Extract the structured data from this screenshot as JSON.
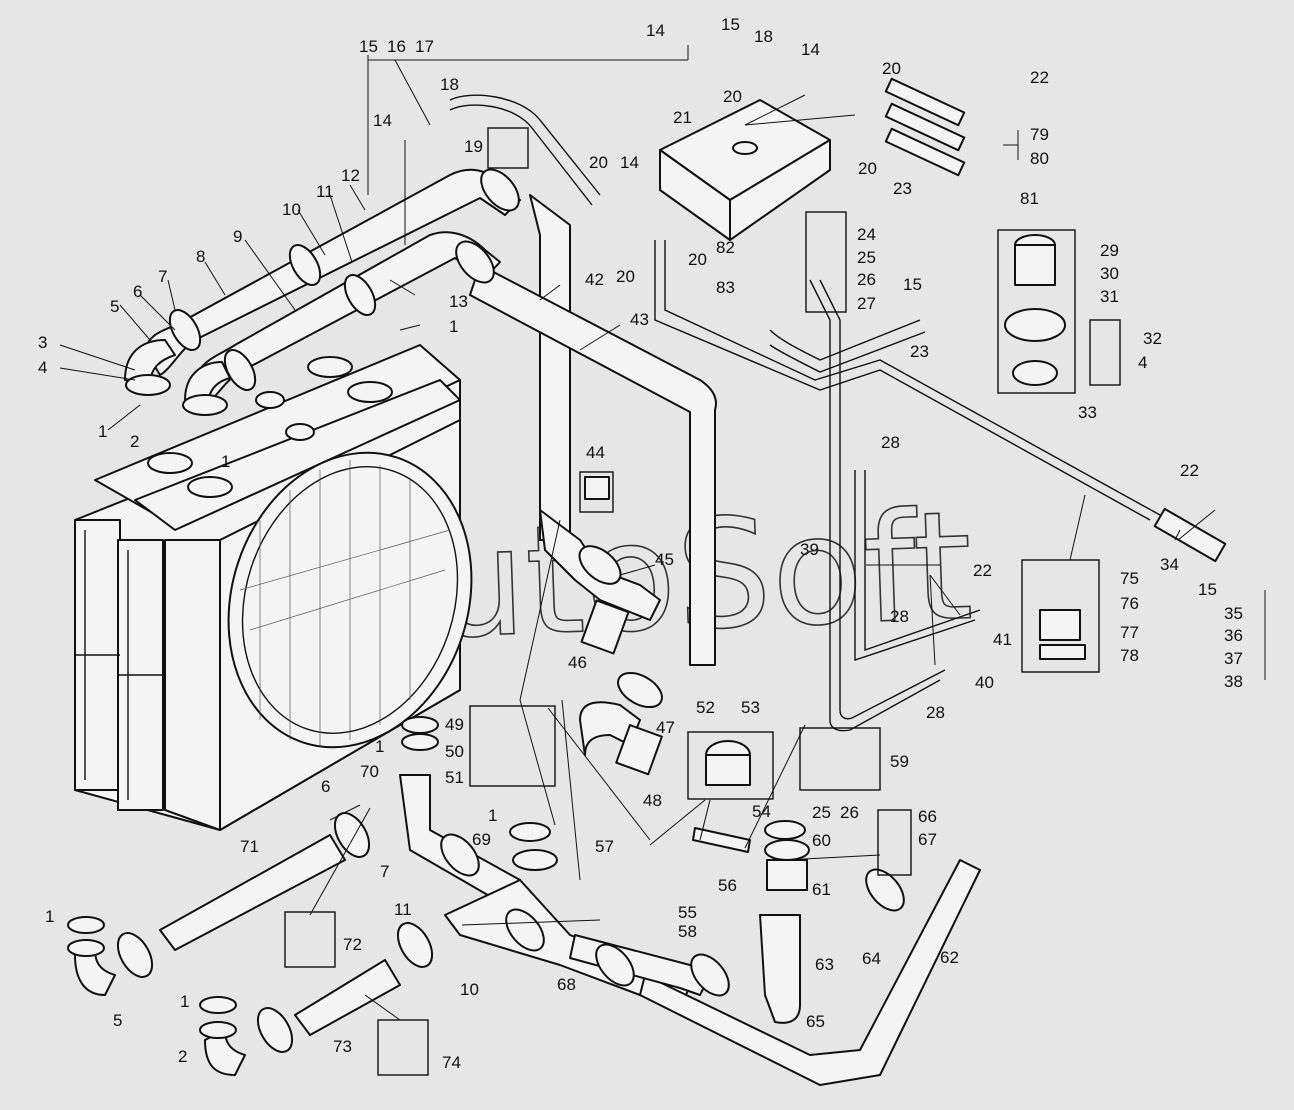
{
  "watermark": "AutoSoft",
  "colors": {
    "background": "#e6e6e6",
    "line": "#111111",
    "fill": "#f4f4f4"
  },
  "callouts": {
    "c1": "1",
    "c2": "2",
    "c3": "3",
    "c4": "4",
    "c5": "5",
    "c6": "6",
    "c7": "7",
    "c8": "8",
    "c9": "9",
    "c10": "10",
    "c11": "11",
    "c12": "12",
    "c13": "13",
    "c14": "14",
    "c15": "15",
    "c16": "16",
    "c17": "17",
    "c18": "18",
    "c19": "19",
    "c20": "20",
    "c21": "21",
    "c22": "22",
    "c23": "23",
    "c24": "24",
    "c25": "25",
    "c26": "26",
    "c27": "27",
    "c28": "28",
    "c29": "29",
    "c30": "30",
    "c31": "31",
    "c32": "32",
    "c33": "33",
    "c34": "34",
    "c35": "35",
    "c36": "36",
    "c37": "37",
    "c38": "38",
    "c39": "39",
    "c40": "40",
    "c41": "41",
    "c42": "42",
    "c43": "43",
    "c44": "44",
    "c45": "45",
    "c46": "46",
    "c47": "47",
    "c48": "48",
    "c49": "49",
    "c50": "50",
    "c51": "51",
    "c52": "52",
    "c53": "53",
    "c54": "54",
    "c55": "55",
    "c56": "56",
    "c57": "57",
    "c58": "58",
    "c59": "59",
    "c60": "60",
    "c61": "61",
    "c62": "62",
    "c63": "63",
    "c64": "64",
    "c65": "65",
    "c66": "66",
    "c67": "67",
    "c68": "68",
    "c69": "69",
    "c70": "70",
    "c71": "71",
    "c72": "72",
    "c73": "73",
    "c74": "74",
    "c75": "75",
    "c76": "76",
    "c77": "77",
    "c78": "78",
    "c79": "79",
    "c80": "80",
    "c81": "81",
    "c82": "82",
    "c83": "83"
  }
}
